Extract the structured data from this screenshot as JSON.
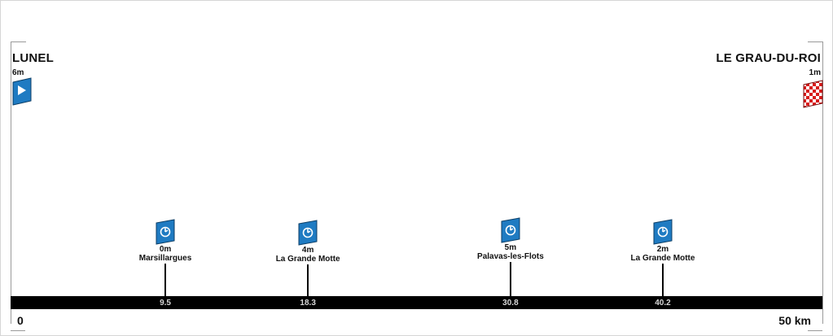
{
  "start": {
    "name": "LUNEL",
    "altitude": "6m",
    "km": "0"
  },
  "finish": {
    "name": "LE GRAU-DU-ROI",
    "altitude": "1m",
    "km": "50 km"
  },
  "total_km": 50,
  "colors": {
    "marker_blue": "#1f7bc2",
    "finish_red": "#d81b1b",
    "axis": "#000000"
  },
  "points": [
    {
      "name": "Marsillargues",
      "altitude": "0m",
      "km": 9.5,
      "km_label": "9.5",
      "icon": "sprint-icon"
    },
    {
      "name": "La Grande Motte",
      "altitude": "4m",
      "km": 18.3,
      "km_label": "18.3",
      "icon": "sprint-icon"
    },
    {
      "name": "Palavas-les-Flots",
      "altitude": "5m",
      "km": 30.8,
      "km_label": "30.8",
      "icon": "sprint-icon"
    },
    {
      "name": "La Grande Motte",
      "altitude": "2m",
      "km": 40.2,
      "km_label": "40.2",
      "icon": "sprint-icon"
    }
  ]
}
